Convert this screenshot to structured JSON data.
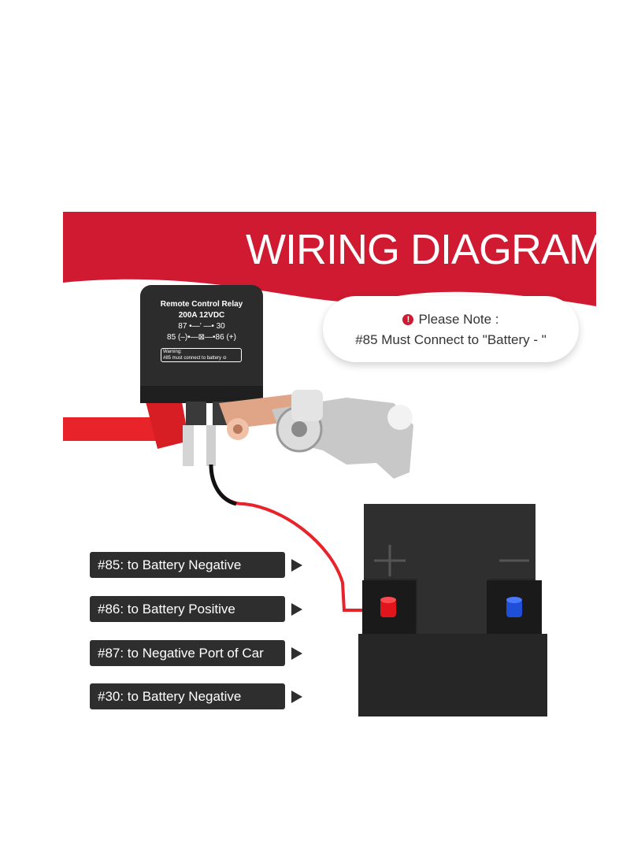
{
  "banner": {
    "title": "WIRING DIAGRAM",
    "color": "#cf1a31"
  },
  "note": {
    "icon": "warning-circle-icon",
    "heading": "Please Note :",
    "text": "#85 Must Connect to \"Battery - \""
  },
  "relay": {
    "title": "Remote Control Relay",
    "rating": "200A    12VDC",
    "line_87_30": "87 •—’ —• 30",
    "line_85_86": "85 (–)•—⊠—•86 (+)",
    "warning_title": "Warning:",
    "warning_text": "#85 must connect to battery ⊝"
  },
  "battery": {
    "positive_symbol": "+",
    "negative_symbol": "—",
    "positive_color": "#e2141c",
    "negative_color": "#1f4fd8"
  },
  "labels": [
    {
      "text": "#85: to Battery Negative"
    },
    {
      "text": "#86: to Battery Positive"
    },
    {
      "text": "#87: to Negative Port of Car"
    },
    {
      "text": "#30: to Battery Negative"
    }
  ]
}
